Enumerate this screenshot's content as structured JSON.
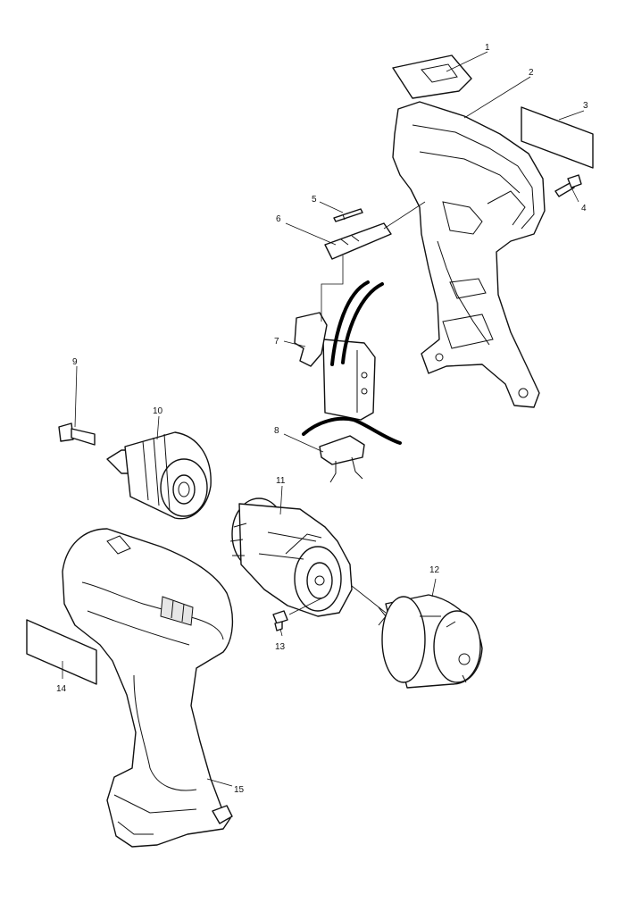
{
  "diagram": {
    "type": "exploded-parts-view",
    "callouts": [
      {
        "id": "1",
        "label": "1"
      },
      {
        "id": "2",
        "label": "2"
      },
      {
        "id": "3",
        "label": "3"
      },
      {
        "id": "4",
        "label": "4"
      },
      {
        "id": "5",
        "label": "5"
      },
      {
        "id": "6",
        "label": "6"
      },
      {
        "id": "7",
        "label": "7"
      },
      {
        "id": "8",
        "label": "8"
      },
      {
        "id": "9",
        "label": "9"
      },
      {
        "id": "10",
        "label": "10"
      },
      {
        "id": "11",
        "label": "11"
      },
      {
        "id": "12",
        "label": "12"
      },
      {
        "id": "13",
        "label": "13"
      },
      {
        "id": "14",
        "label": "14"
      },
      {
        "id": "15",
        "label": "15"
      }
    ]
  }
}
